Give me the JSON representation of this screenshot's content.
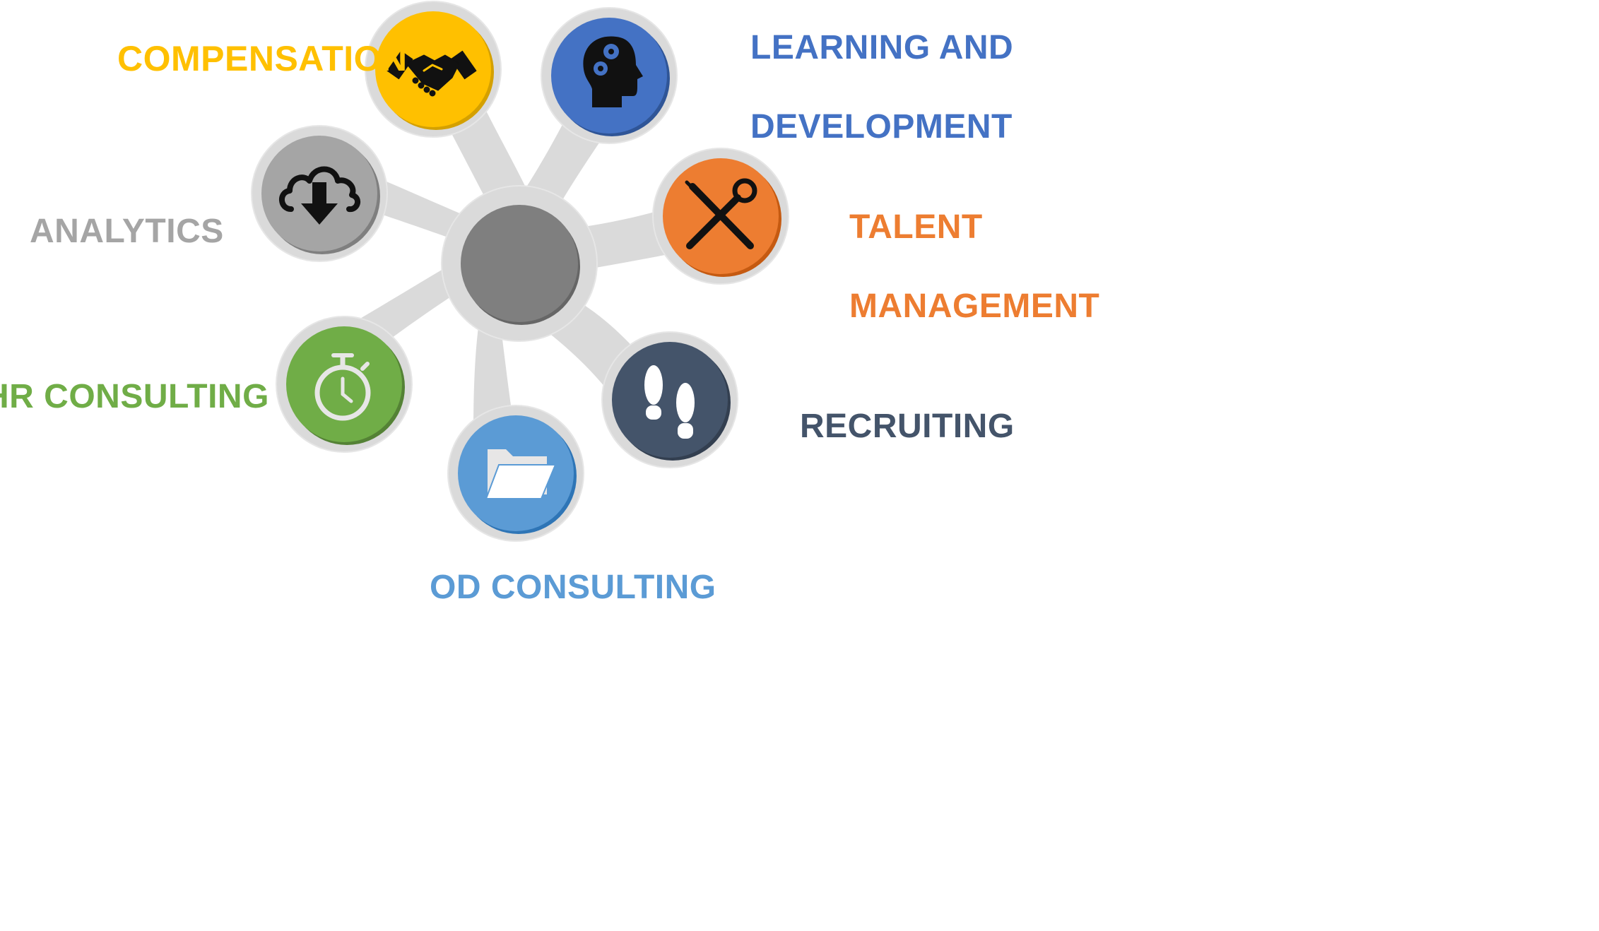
{
  "diagram": {
    "labels": {
      "compensation": "COMPENSATION",
      "learning_line1": "LEARNING AND",
      "learning_line2": "DEVELOPMENT",
      "talent_line1": "TALENT",
      "talent_line2": "MANAGEMENT",
      "recruiting": "RECRUITING",
      "od_consulting": "OD CONSULTING",
      "hr_consulting": "HR CONSULTING",
      "analytics": "ANALYTICS"
    },
    "colors": {
      "compensation": "#FFC000",
      "learning": "#4472C4",
      "talent": "#ED7D31",
      "recruiting": "#44546A",
      "od_consulting": "#5B9BD5",
      "hr_consulting": "#70AD47",
      "analytics": "#A5A5A5",
      "hub": "#7F7F7F",
      "frame": "#D9D9D9"
    },
    "icons": {
      "compensation": "handshake-icon",
      "learning": "head-gears-icon",
      "talent": "wrench-screwdriver-icon",
      "recruiting": "footprints-icon",
      "od_consulting": "folder-icon",
      "hr_consulting": "stopwatch-icon",
      "analytics": "cloud-download-icon"
    }
  }
}
